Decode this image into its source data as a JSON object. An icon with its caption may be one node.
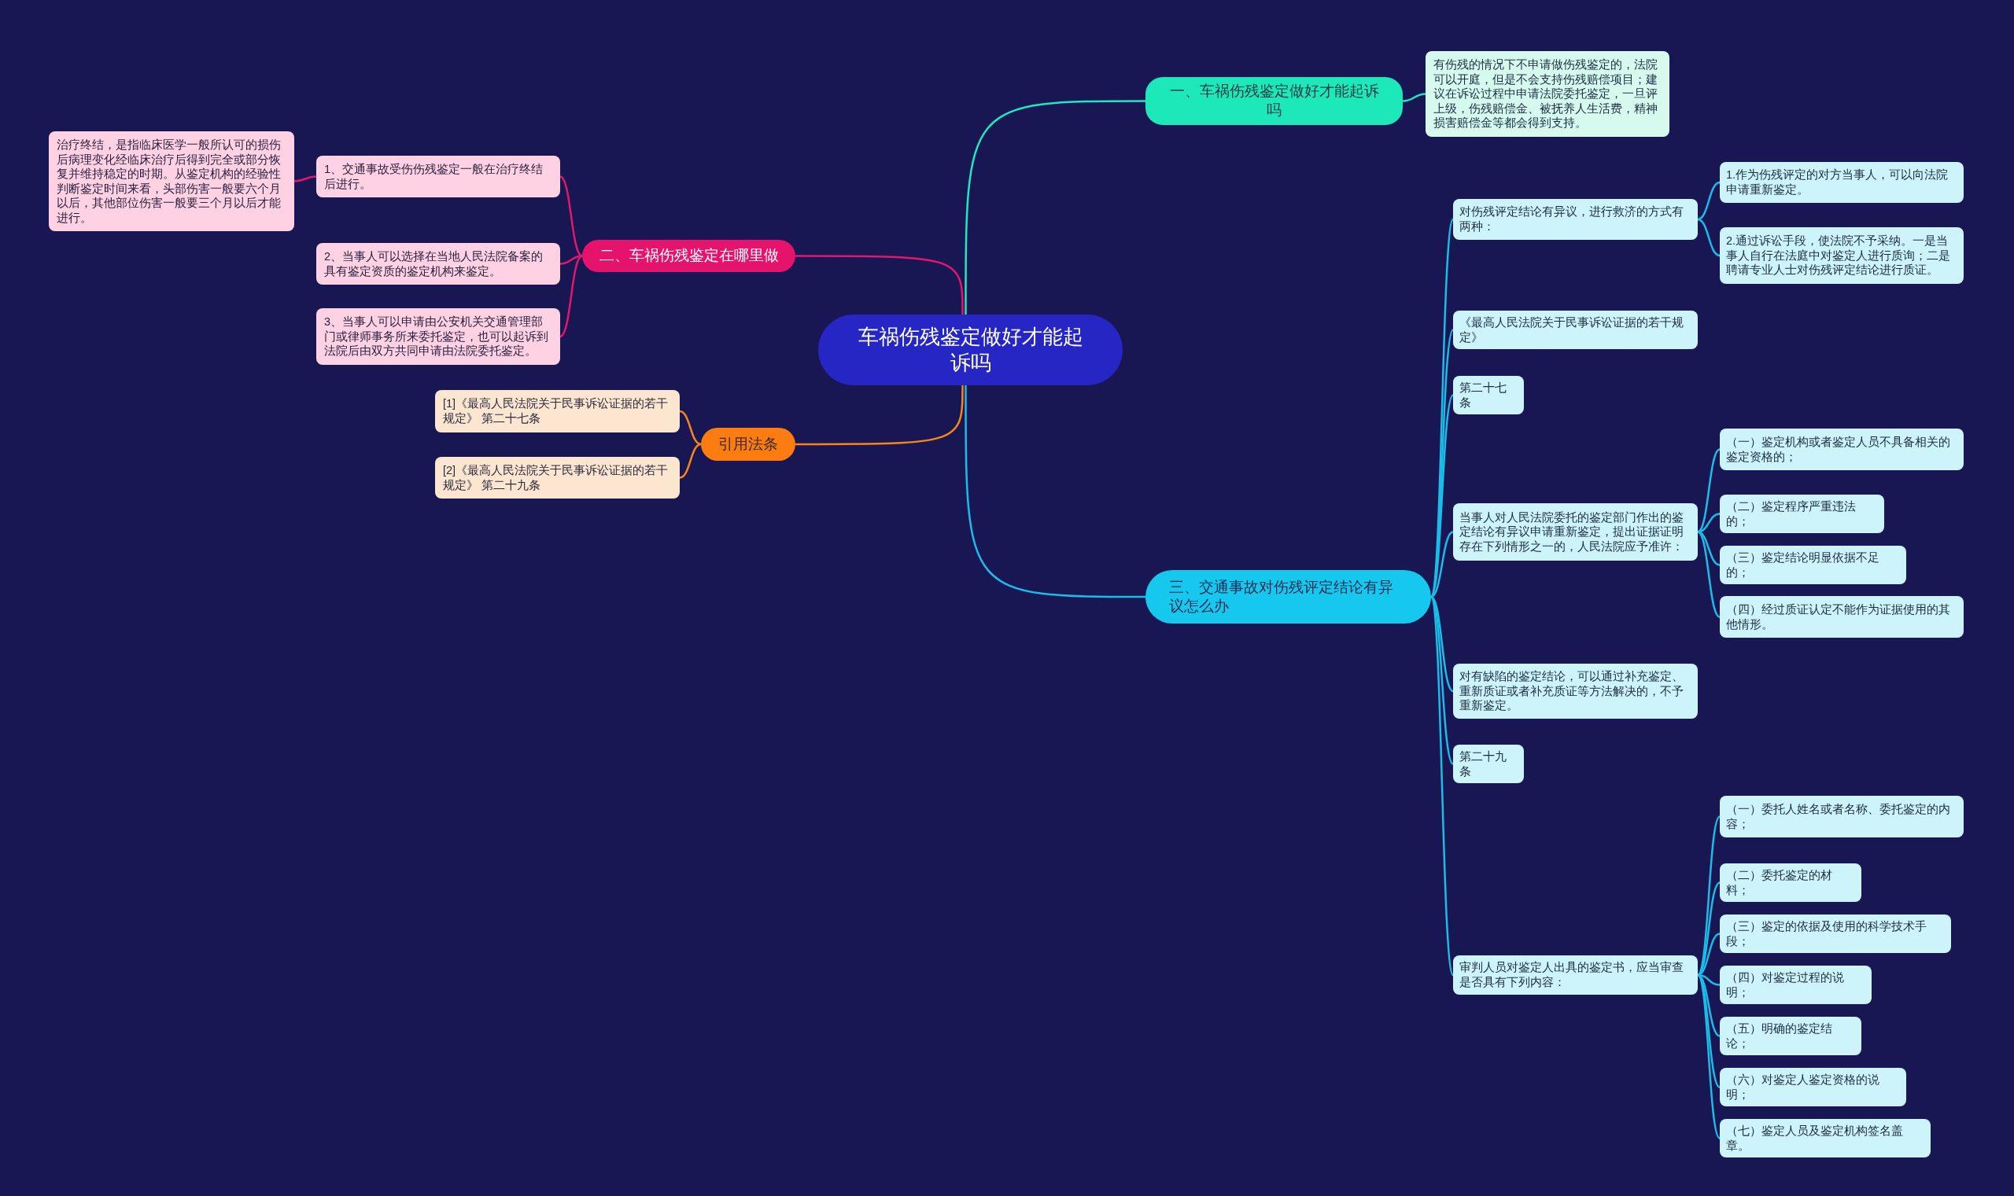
{
  "diagram": {
    "nodes": [
      {
        "text": [
          "车祸伤残鉴定做好才能起诉吗"
        ]
      },
      {
        "text": [
          "一、车祸伤残鉴定做好才能起诉吗"
        ]
      },
      {
        "text": [
          "有伤残的情况下不申请做伤残鉴定的，法院可以开庭，但是不会支持伤残赔偿项目；建议在诉讼过程中申请法院委托鉴定，一旦评上级，伤残赔偿金、被抚养人生活费，精神损害赔偿金等都会得到支持。"
        ]
      },
      {
        "text": [
          "二、车祸伤残鉴定在哪里做"
        ]
      },
      {
        "text": [
          "1、交通事故受伤伤残鉴定一般在治疗终结后进行。"
        ]
      },
      {
        "text": [
          "治疗终结，是指临床医学一般所认可的损伤后病理变化经临床治疗后得到完全或部分恢复并维持稳定的时期。从鉴定机构的经验性判断鉴定时间来看，头部伤害一般要六个月以后，其他部位伤害一般要三个月以后才能进行。"
        ]
      },
      {
        "text": [
          "2、当事人可以选择在当地人民法院备案的具有鉴定资质的鉴定机构来鉴定。"
        ]
      },
      {
        "text": [
          "3、当事人可以申请由公安机关交通管理部门或律师事务所来委托鉴定，也可以起诉到法院后由双方共同申请由法院委托鉴定。"
        ]
      },
      {
        "text": [
          "引用法条"
        ]
      },
      {
        "text": [
          "[1]《最高人民法院关于民事诉讼证据的若干规定》 第二十七条"
        ]
      },
      {
        "text": [
          "[2]《最高人民法院关于民事诉讼证据的若干规定》 第二十九条"
        ]
      },
      {
        "text": [
          "三、交通事故对伤残评定结论有异议怎么办"
        ]
      },
      {
        "text": [
          "对伤残评定结论有异议，进行救济的方式有两种："
        ]
      },
      {
        "text": [
          "1.作为伤残评定的对方当事人，可以向法院申请重新鉴定。"
        ]
      },
      {
        "text": [
          "2.通过诉讼手段，使法院不予采纳。一是当事人自行在法庭中对鉴定人进行质询；二是聘请专业人士对伤残评定结论进行质证。"
        ]
      },
      {
        "text": [
          "《最高人民法院关于民事诉讼证据的若干规定》"
        ]
      },
      {
        "text": [
          "第二十七条"
        ]
      },
      {
        "text": [
          "当事人对人民法院委托的鉴定部门作出的鉴定结论有异议申请重新鉴定，提出证据证明存在下列情形之一的，人民法院应予准许："
        ]
      },
      {
        "text": [
          "（一）鉴定机构或者鉴定人员不具备相关的鉴定资格的；"
        ]
      },
      {
        "text": [
          "（二）鉴定程序严重违法的；"
        ]
      },
      {
        "text": [
          "（三）鉴定结论明显依据不足的；"
        ]
      },
      {
        "text": [
          "（四）经过质证认定不能作为证据使用的其他情形。"
        ]
      },
      {
        "text": [
          "对有缺陷的鉴定结论，可以通过补充鉴定、重新质证或者补充质证等方法解决的，不予重新鉴定。"
        ]
      },
      {
        "text": [
          "第二十九条"
        ]
      },
      {
        "text": [
          "审判人员对鉴定人出具的鉴定书，应当审查是否具有下列内容："
        ]
      },
      {
        "text": [
          "（一）委托人姓名或者名称、委托鉴定的内容；"
        ]
      },
      {
        "text": [
          "（二）委托鉴定的材料；"
        ]
      },
      {
        "text": [
          "（三）鉴定的依据及使用的科学技术手段；"
        ]
      },
      {
        "text": [
          "（四）对鉴定过程的说明；"
        ]
      },
      {
        "text": [
          "（五）明确的鉴定结论；"
        ]
      },
      {
        "text": [
          "（六）对鉴定人鉴定资格的说明；"
        ]
      },
      {
        "text": [
          "（七）鉴定人员及鉴定机构签名盖章。"
        ]
      }
    ],
    "edges": [
      {
        "from": 0,
        "to": 1,
        "arrow": "none",
        "color": "#1de8c0"
      },
      {
        "from": 1,
        "to": 2,
        "arrow": "none",
        "color": "#1de8c0"
      },
      {
        "from": 0,
        "to": 3,
        "arrow": "none",
        "color": "#e0186e"
      },
      {
        "from": 3,
        "to": 4,
        "arrow": "none",
        "color": "#e0186e"
      },
      {
        "from": 4,
        "to": 5,
        "arrow": "none",
        "color": "#e0186e"
      },
      {
        "from": 3,
        "to": 6,
        "arrow": "none",
        "color": "#e0186e"
      },
      {
        "from": 3,
        "to": 7,
        "arrow": "none",
        "color": "#e0186e"
      },
      {
        "from": 0,
        "to": 8,
        "arrow": "none",
        "color": "#f7841c"
      },
      {
        "from": 8,
        "to": 9,
        "arrow": "none",
        "color": "#f7841c"
      },
      {
        "from": 8,
        "to": 10,
        "arrow": "none",
        "color": "#f7841c"
      },
      {
        "from": 0,
        "to": 11,
        "arrow": "none"
      },
      {
        "from": 11,
        "to": 12,
        "arrow": "none"
      },
      {
        "from": 12,
        "to": 13,
        "arrow": "none"
      },
      {
        "from": 12,
        "to": 14,
        "arrow": "none"
      },
      {
        "from": 11,
        "to": 15,
        "arrow": "none"
      },
      {
        "from": 11,
        "to": 16,
        "arrow": "none"
      },
      {
        "from": 11,
        "to": 17,
        "arrow": "none"
      },
      {
        "from": 17,
        "to": 18,
        "arrow": "none"
      },
      {
        "from": 17,
        "to": 19,
        "arrow": "none"
      },
      {
        "from": 17,
        "to": 20,
        "arrow": "none"
      },
      {
        "from": 17,
        "to": 21,
        "arrow": "none"
      },
      {
        "from": 11,
        "to": 22,
        "arrow": "none"
      },
      {
        "from": 11,
        "to": 23,
        "arrow": "none"
      },
      {
        "from": 11,
        "to": 24,
        "arrow": "none"
      },
      {
        "from": 24,
        "to": 25,
        "arrow": "none"
      },
      {
        "from": 24,
        "to": 26,
        "arrow": "none"
      },
      {
        "from": 24,
        "to": 27,
        "arrow": "none"
      },
      {
        "from": 24,
        "to": 28,
        "arrow": "none"
      },
      {
        "from": 24,
        "to": 29,
        "arrow": "none"
      },
      {
        "from": 24,
        "to": 30,
        "arrow": "none"
      },
      {
        "from": 24,
        "to": 31,
        "arrow": "none"
      }
    ]
  }
}
